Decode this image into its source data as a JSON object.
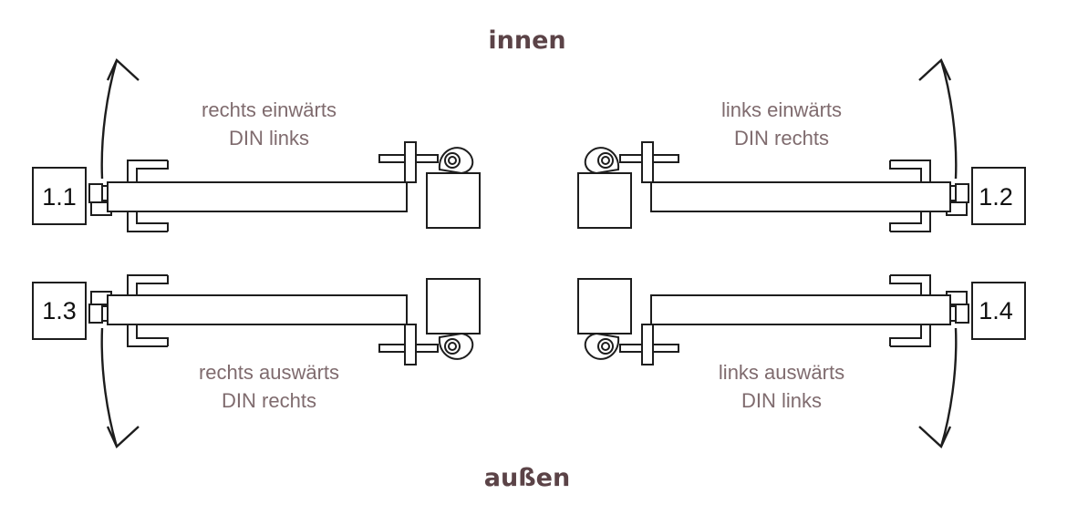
{
  "labels": {
    "top": "innen",
    "bottom": "außen"
  },
  "variants": [
    {
      "id": "1.1",
      "line1": "rechts einwärts",
      "line2": "DIN links"
    },
    {
      "id": "1.2",
      "line1": "links einwärts",
      "line2": "DIN rechts"
    },
    {
      "id": "1.3",
      "line1": "rechts auswärts",
      "line2": "DIN rechts"
    },
    {
      "id": "1.4",
      "line1": "links auswärts",
      "line2": "DIN links"
    }
  ],
  "colors": {
    "label": "#5b4347",
    "caption": "#7f6b6e",
    "line": "#1d1d1d"
  }
}
